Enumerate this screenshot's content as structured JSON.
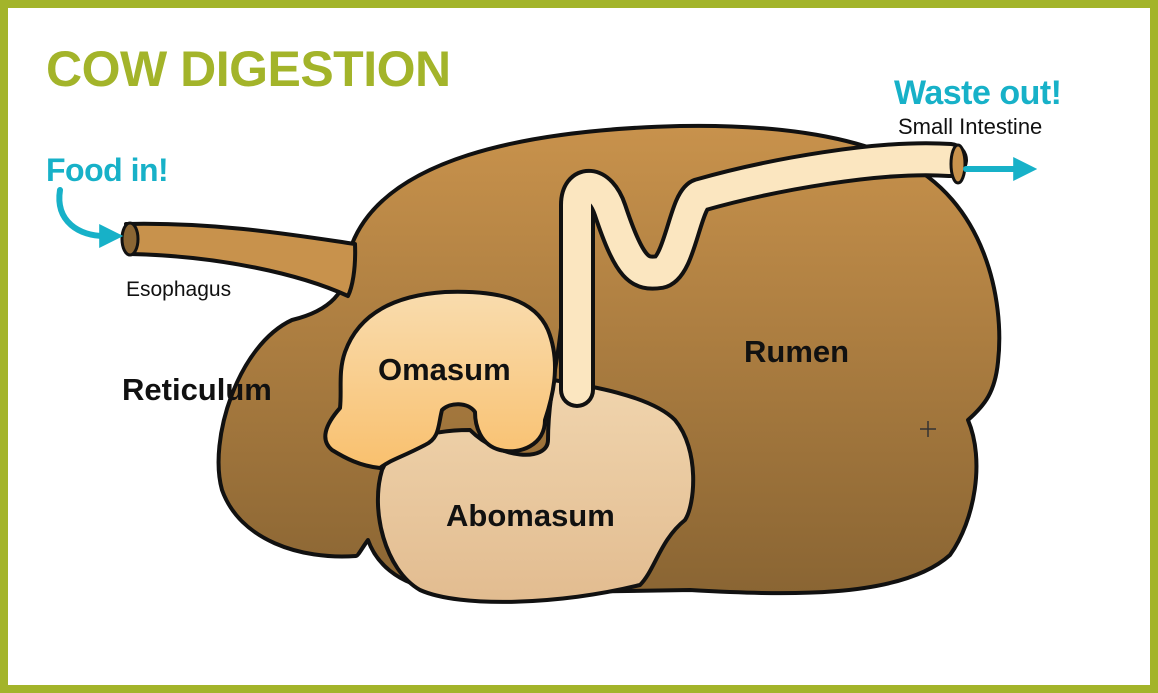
{
  "diagram": {
    "title": "COW DIGESTION",
    "labels": {
      "food_in": "Food in!",
      "waste_out": "Waste out!",
      "small_intestine": "Small Intestine",
      "esophagus": "Esophagus",
      "reticulum": "Reticulum",
      "omasum": "Omasum",
      "rumen": "Rumen",
      "abomasum": "Abomasum"
    },
    "colors": {
      "border": "#a3b42a",
      "title": "#a3b42a",
      "arrow": "#17b1c8",
      "rumen_top": "#c8924c",
      "rumen_bottom": "#8a6533",
      "omasum_top": "#f9dcae",
      "omasum_bottom": "#f9c06e",
      "abomasum_top": "#f6dfba",
      "abomasum_bottom": "#e2bc90",
      "intestine": "#fbe6c0",
      "outline": "#111111"
    }
  }
}
